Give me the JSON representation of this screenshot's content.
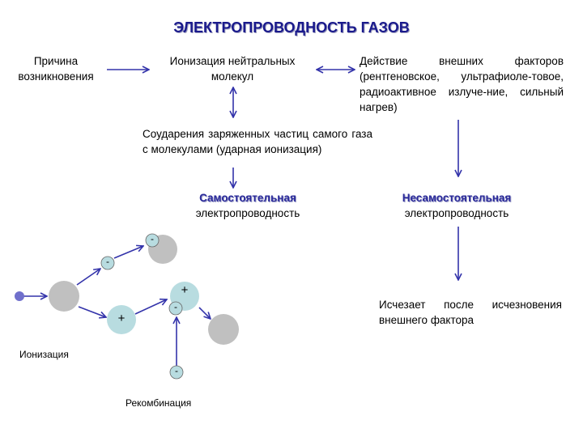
{
  "title": "ЭЛЕКТРОПРОВОДНОСТЬ ГАЗОВ",
  "boxes": {
    "cause": "Причина возникновения",
    "ionization": "Ионизация нейтральных молекул",
    "external": "Действие внешних факторов (рентгеновское, ультрафиоле-товое, радиоактивное излуче-ние, сильный нагрев)",
    "collisions": "Соударения заряженных частиц самого газа с молекулами (ударная ионизация)",
    "self_title": "Самостоятельная",
    "self_sub": "электропроводность",
    "nonself_title": "Несамостоятельная",
    "nonself_sub": "электропроводность",
    "disappears": "Исчезает после исчезновения внешнего фактора"
  },
  "particles": {
    "minus": "-",
    "plus": "+"
  },
  "labels": {
    "ionization": "Ионизация",
    "recombination": "Рекомбинация"
  },
  "colors": {
    "arrow": "#3333aa",
    "molecule": "#c0c0c0",
    "ion": "#b8dce0",
    "photon": "#7070cc",
    "title": "#1a1a8c"
  }
}
